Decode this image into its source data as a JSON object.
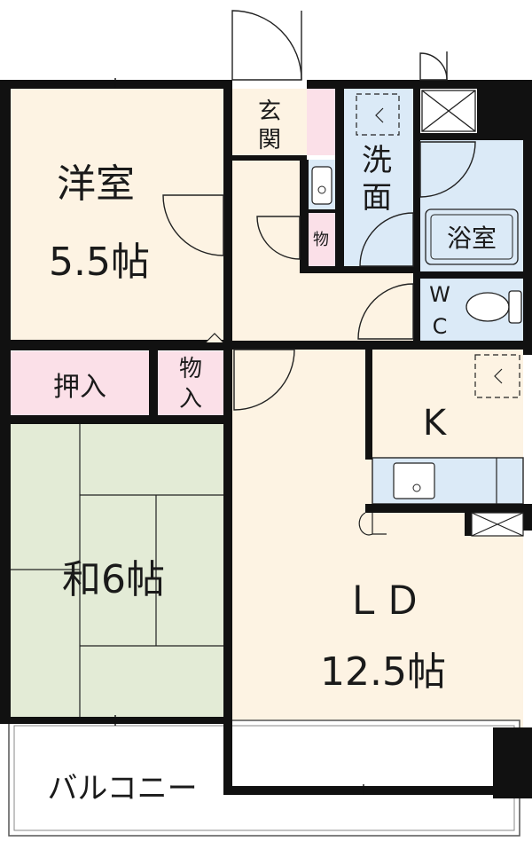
{
  "rooms": {
    "western": {
      "name": "洋室",
      "size": "5.5帖"
    },
    "japanese": {
      "name": "和6帖"
    },
    "living": {
      "name": "ＬＤ",
      "size": "12.5帖"
    },
    "kitchen": {
      "name": "K"
    },
    "entrance": {
      "line1": "玄",
      "line2": "関"
    },
    "washroom": {
      "line1": "洗",
      "line2": "面"
    },
    "bath": {
      "name": "浴室"
    },
    "wc": {
      "line1": "W",
      "line2": "C"
    },
    "storage_small": {
      "name": "物"
    },
    "closet_oshiire": {
      "name": "押入"
    },
    "closet_mono": {
      "line1": "物",
      "line2": "入"
    },
    "balcony": {
      "name": "バルコニー"
    }
  },
  "colors": {
    "wall": "#111111",
    "western_floor": "#fdf3e3",
    "japanese_floor": "#e3ebd6",
    "living_floor": "#fdf3e3",
    "wet_area": "#dbeaf7",
    "closet_pink": "#fbe0e8",
    "balcony": "#ffffff"
  }
}
